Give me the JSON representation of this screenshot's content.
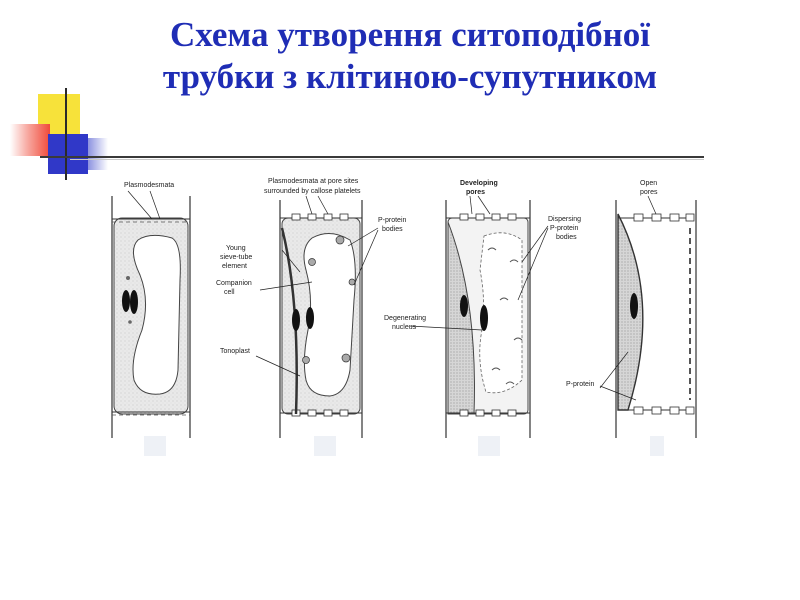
{
  "title": {
    "line1": "Схема утворення ситоподібної",
    "line2": "трубки з клітиною-супутником"
  },
  "labels": {
    "plasmodesmata": "Plasmodesmata",
    "plasmo_pore_line1": "Plasmodesmata at pore sites",
    "plasmo_pore_line2": "surrounded by callose platelets",
    "young_line1": "Young",
    "young_line2": "sieve-tube",
    "young_line3": "element",
    "companion_line1": "Companion",
    "companion_line2": "cell",
    "tonoplast": "Tonoplast",
    "pprotein_bodies_line1": "P-protein",
    "pprotein_bodies_line2": "bodies",
    "developing_line1": "Developing",
    "developing_line2": "pores",
    "dispersing_line1": "Dispersing",
    "dispersing_line2": "P-protein",
    "dispersing_line3": "bodies",
    "degenerating_line1": "Degenerating",
    "degenerating_line2": "nucleus",
    "open_line1": "Open",
    "open_line2": "pores",
    "pprotein": "P-protein"
  },
  "colors": {
    "title": "#1f2db5",
    "deco_yellow": "#f7e23a",
    "deco_red": "#f04a3a",
    "deco_blue": "#3038c8"
  }
}
